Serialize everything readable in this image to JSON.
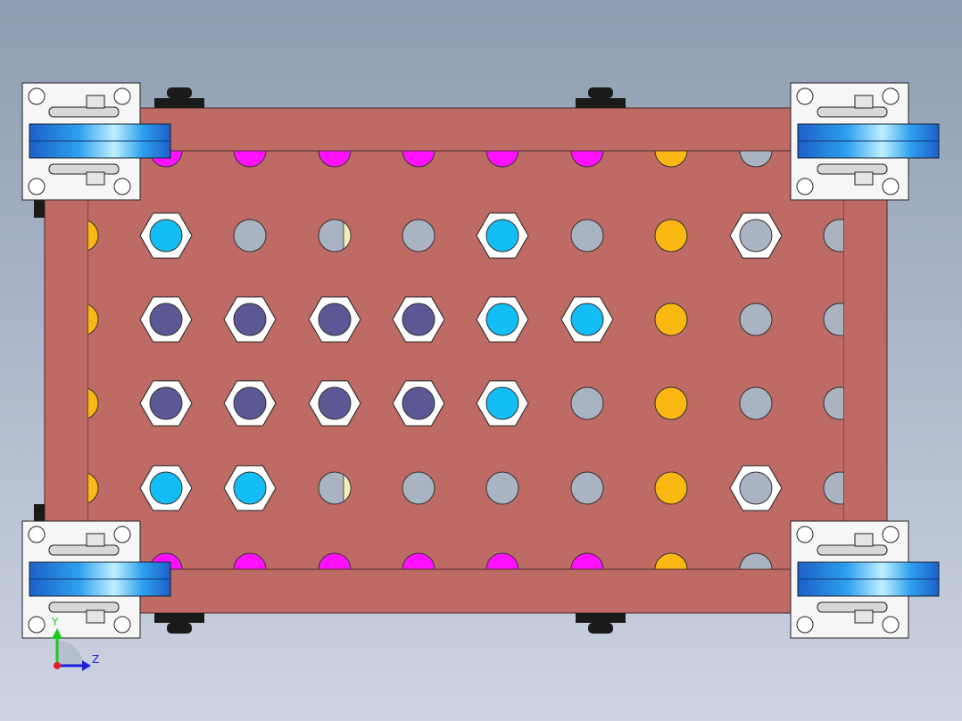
{
  "view": {
    "type": "CAD top view - rectangular frame with perforated plate and four caster wheels",
    "axes": {
      "vertical_label": "Y",
      "horizontal_label": "Z"
    }
  },
  "colors": {
    "background_top": "#8e9db1",
    "background_bottom": "#cdd4e3",
    "frame": "#bd6b64",
    "frame_edge": "#4a2a28",
    "hex_nut": "#ffffff",
    "hole_gray": "#a9b3c2",
    "hole_cyan": "#13bdf5",
    "hole_navy": "#5b5895",
    "hole_yellow": "#fbb813",
    "hole_magenta": "#ff10ff",
    "wheel_blue": "#2a8fe8",
    "axis_green": "#1ec81e",
    "axis_blue": "#2020e0",
    "axis_red": "#e02020"
  },
  "plate": {
    "rows": [
      {
        "kind": "edge-magenta",
        "holes": [
          "magenta",
          "magenta",
          "magenta",
          "magenta",
          "magenta",
          "magenta",
          "yellow",
          "gray"
        ]
      },
      {
        "kind": "full",
        "holes": [
          "hex-cyan",
          "gray",
          "gray-split",
          "gray",
          "hex-cyan",
          "gray",
          "yellow",
          "hex-gray"
        ]
      },
      {
        "kind": "full",
        "holes": [
          "hex-navy",
          "hex-navy",
          "hex-navy",
          "hex-navy",
          "hex-cyan",
          "hex-cyan",
          "yellow",
          "gray"
        ]
      },
      {
        "kind": "full",
        "holes": [
          "hex-navy",
          "hex-navy",
          "hex-navy",
          "hex-navy",
          "hex-cyan",
          "gray",
          "yellow",
          "gray"
        ]
      },
      {
        "kind": "full",
        "holes": [
          "hex-cyan",
          "hex-cyan",
          "gray-split",
          "gray",
          "gray",
          "gray",
          "yellow",
          "hex-gray"
        ]
      },
      {
        "kind": "edge-magenta",
        "holes": [
          "magenta",
          "magenta",
          "magenta",
          "magenta",
          "magenta",
          "magenta",
          "yellow",
          "gray"
        ]
      }
    ]
  },
  "casters": [
    {
      "position": "top-left"
    },
    {
      "position": "top-right"
    },
    {
      "position": "bottom-left"
    },
    {
      "position": "bottom-right"
    }
  ]
}
